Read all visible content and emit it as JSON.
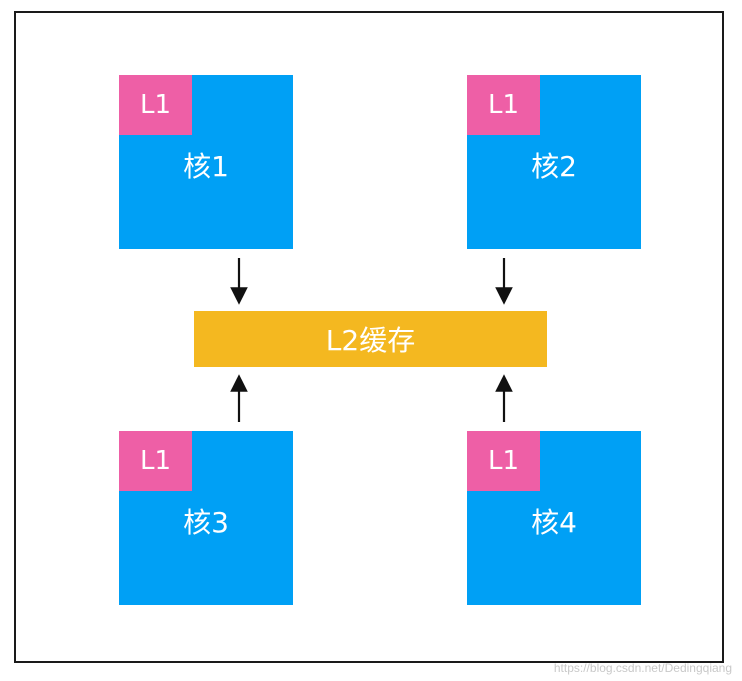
{
  "cores": [
    {
      "l1": "L1",
      "label": "核1"
    },
    {
      "l1": "L1",
      "label": "核2"
    },
    {
      "l1": "L1",
      "label": "核3"
    },
    {
      "l1": "L1",
      "label": "核4"
    }
  ],
  "l2": {
    "label": "L2缓存"
  },
  "watermark": "https://blog.csdn.net/Dedingqiang",
  "colors": {
    "core": "#00a0f5",
    "l1": "#ee5fa6",
    "l2": "#f4b820",
    "arrow": "#111111",
    "border": "#1a1a1a"
  }
}
